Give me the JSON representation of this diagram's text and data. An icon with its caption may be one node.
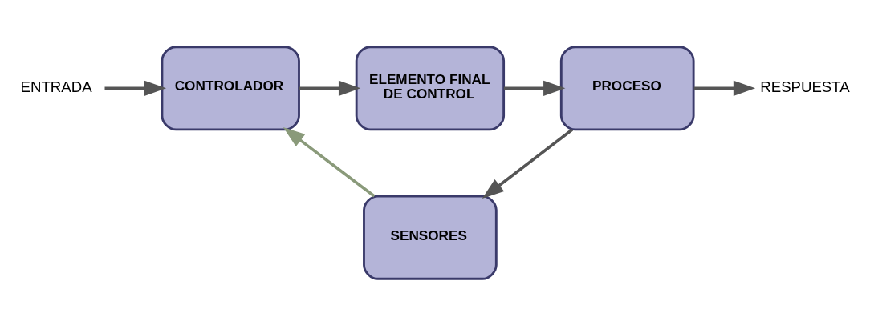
{
  "diagram": {
    "nodes": [
      {
        "text": [
          "ENTRADA"
        ]
      },
      {
        "text": [
          "CONTROLADOR"
        ]
      },
      {
        "text": [
          "ELEMENTO FINAL DE CONTROL"
        ]
      },
      {
        "text": [
          "PROCESO"
        ]
      },
      {
        "text": [
          "RESPUESTA"
        ]
      },
      {
        "text": [
          "SENSORES"
        ]
      }
    ],
    "edges": [
      {
        "from": 0,
        "to": 1,
        "arrow": "to"
      },
      {
        "from": 1,
        "to": 2,
        "arrow": "to"
      },
      {
        "from": 2,
        "to": 3,
        "arrow": "to"
      },
      {
        "from": 3,
        "to": 4,
        "arrow": "to"
      },
      {
        "from": 3,
        "to": 5,
        "arrow": "to"
      },
      {
        "from": 5,
        "to": 1,
        "arrow": "to",
        "color": "#8a9a7a"
      }
    ]
  }
}
